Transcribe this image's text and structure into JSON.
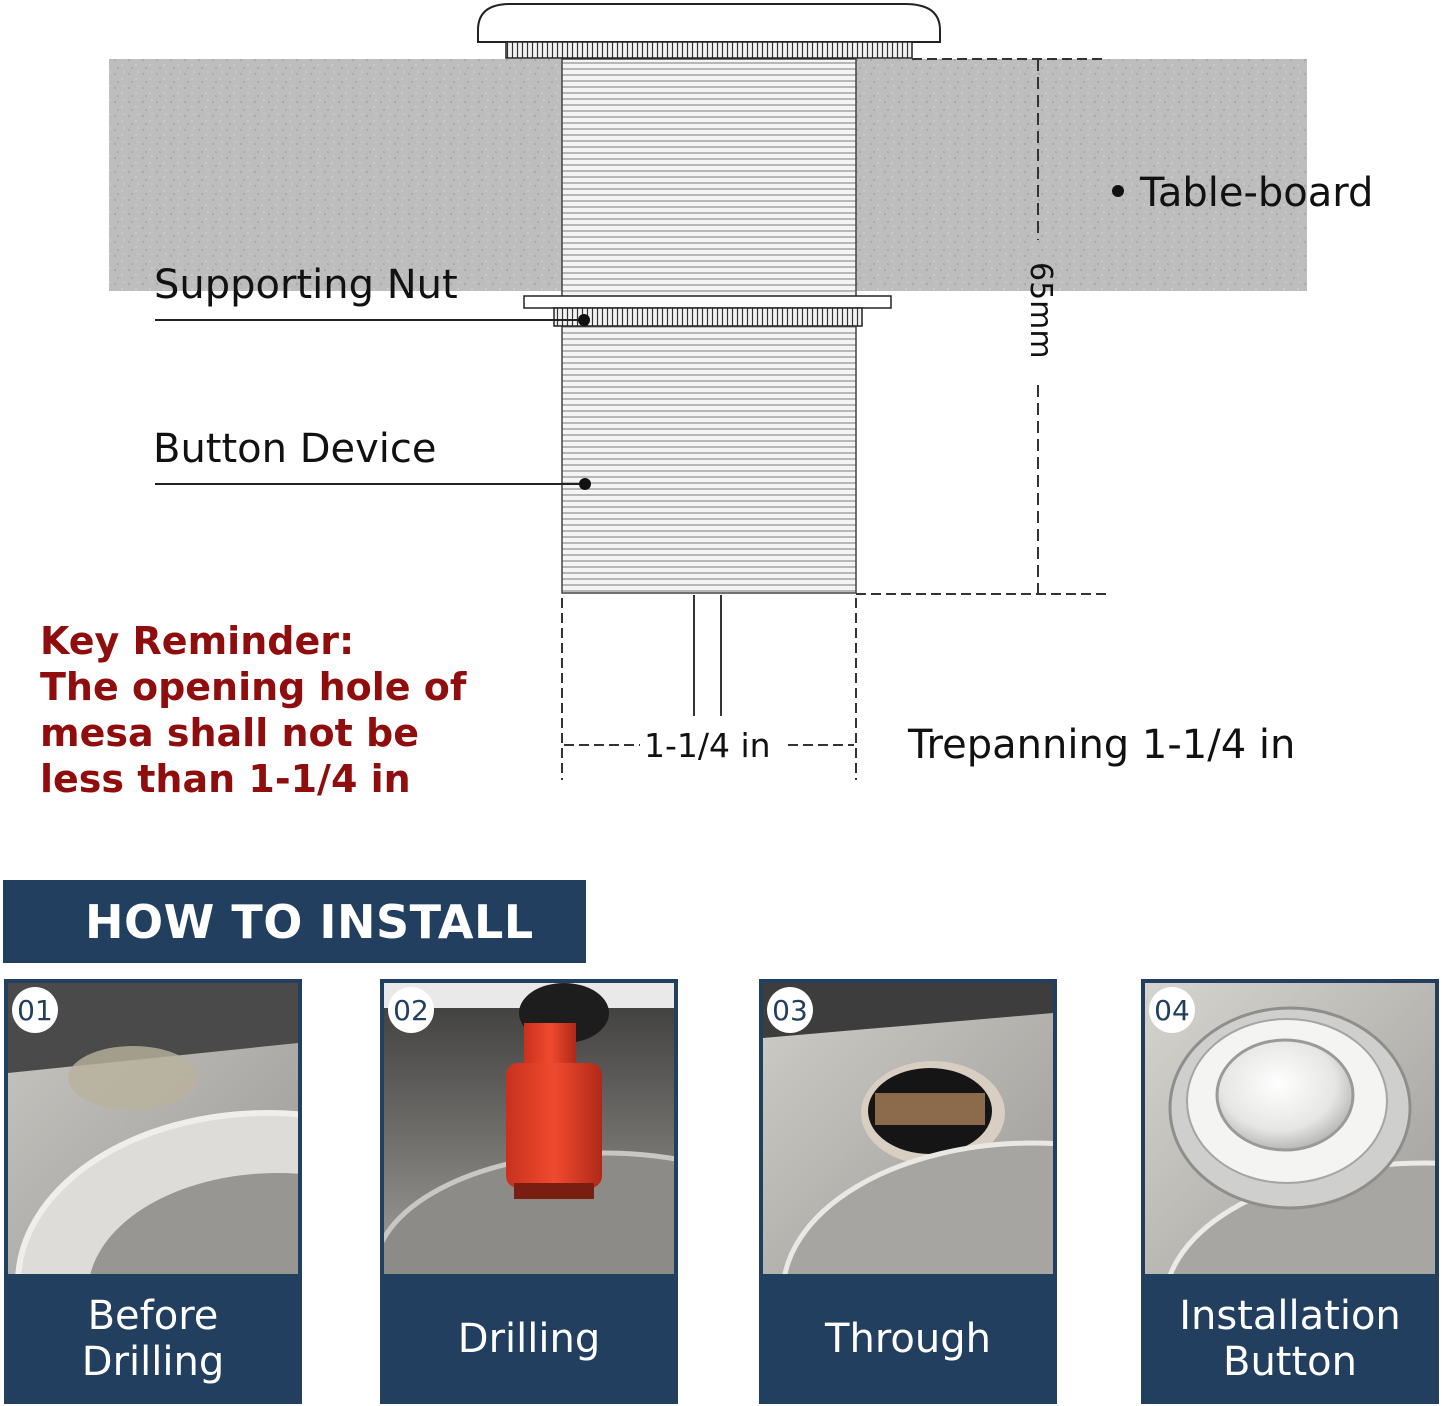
{
  "diagram": {
    "table_board_label": "Table-board",
    "supporting_nut_label": "Supporting Nut",
    "button_device_label": "Button Device",
    "height_dimension": "65mm",
    "hole_dimension": "1-1/4 in",
    "trepanning_label": "Trepanning 1-1/4 in"
  },
  "reminder": {
    "lines": [
      "Key Reminder:",
      "The opening hole of",
      "mesa shall not be",
      "less than 1-1/4 in"
    ]
  },
  "install": {
    "heading": "HOW TO INSTALL",
    "steps": [
      {
        "number": "01",
        "caption_lines": [
          "Before",
          "Drilling"
        ]
      },
      {
        "number": "02",
        "caption_lines": [
          "Drilling"
        ]
      },
      {
        "number": "03",
        "caption_lines": [
          "Through"
        ]
      },
      {
        "number": "04",
        "caption_lines": [
          "Installation",
          "Button"
        ]
      }
    ]
  },
  "colors": {
    "panel_blue": "#223f60",
    "reminder_red": "#8f0d0d",
    "board_gray": "#bdbdbd"
  }
}
